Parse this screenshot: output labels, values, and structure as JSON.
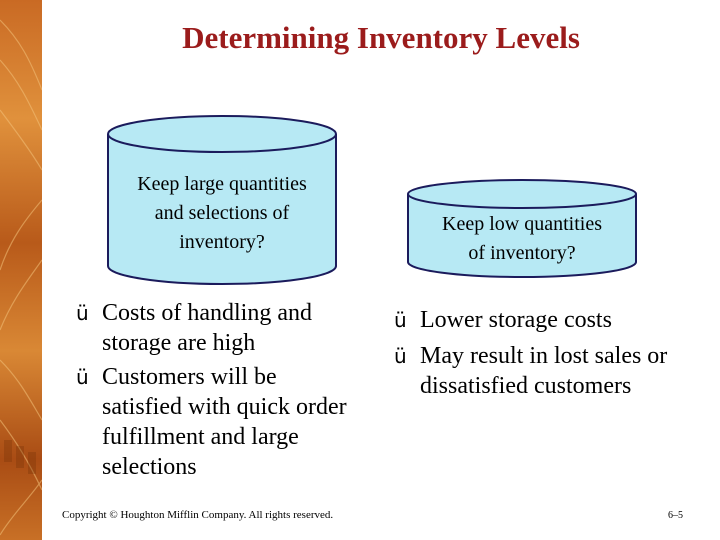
{
  "title": "Determining Inventory Levels",
  "colors": {
    "title": "#9b1c1c",
    "cylinder_fill": "#b7e9f4",
    "cylinder_stroke": "#1b1b5c",
    "side_strip": "#c96a24"
  },
  "left": {
    "cylinder_text": "Keep large quantities\nand selections of\ninventory?",
    "bullets": [
      "Costs of handling and storage are high",
      "Customers will be satisfied with quick order fulfillment and large selections"
    ]
  },
  "right": {
    "cylinder_text": "Keep low quantities\nof inventory?",
    "bullets": [
      "Lower storage costs",
      "May result in lost sales or dissatisfied customers"
    ]
  },
  "bullet_icon": "check-icon",
  "bullet_glyph": "ü",
  "footer": "Copyright © Houghton Mifflin Company.  All rights reserved.",
  "page_number": "6–5"
}
